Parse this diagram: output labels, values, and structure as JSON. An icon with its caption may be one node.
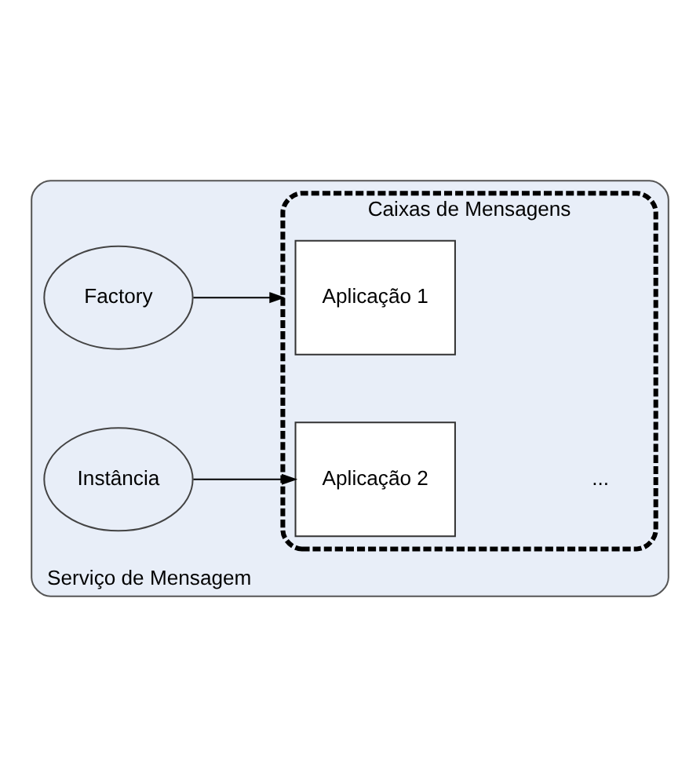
{
  "diagram": {
    "nodes": [
      {
        "text": [
          "Serviço de Mensagem"
        ]
      },
      {
        "text": [
          "Caixas de Mensagens"
        ],
        "in": 0
      },
      {
        "text": [
          "Factory"
        ],
        "in": 0
      },
      {
        "text": [
          "Instância"
        ],
        "in": 0
      },
      {
        "text": [
          "Aplicação 1"
        ],
        "in": 1
      },
      {
        "text": [
          "Aplicação 2"
        ],
        "in": 1
      }
    ],
    "edges": [
      {
        "from": 2,
        "to": 1,
        "arrow": "to"
      },
      {
        "from": 3,
        "to": 5,
        "arrow": "to"
      }
    ],
    "labels": [
      "..."
    ]
  }
}
